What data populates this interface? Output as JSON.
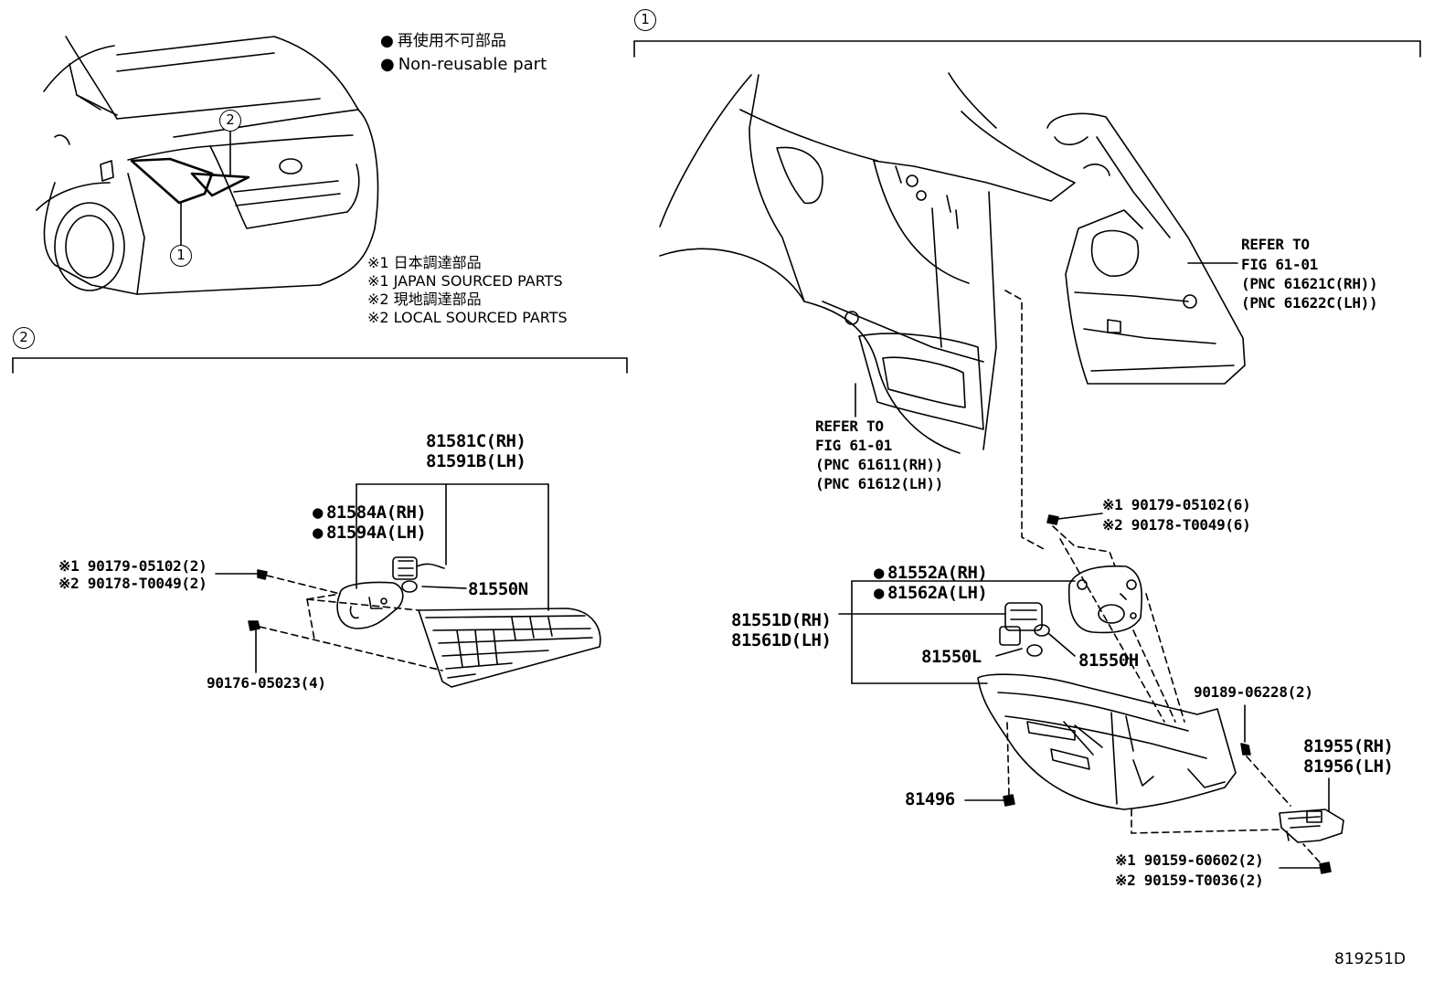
{
  "legend": {
    "nonreusable_jp": "再使用不可部品",
    "nonreusable_en": "Non-reusable part",
    "note1_jp": "※1 日本調達部品",
    "note1_en": "※1 JAPAN SOURCED PARTS",
    "note2_jp": "※2 現地調達部品",
    "note2_en": "※2 LOCAL SOURCED PARTS"
  },
  "section_markers": {
    "one": "1",
    "two": "2"
  },
  "section2": {
    "p_81581C": "81581C(RH)",
    "p_81591B": "81591B(LH)",
    "p_81584A": "81584A(RH)",
    "p_81594A": "81594A(LH)",
    "p_81550N": "81550N",
    "p_s1_90179": "※1 90179-05102(2)",
    "p_s2_90178": "※2 90178-T0049(2)",
    "p_90176": "90176-05023(4)"
  },
  "section1": {
    "ref_a_1": "REFER TO",
    "ref_a_2": "FIG 61-01",
    "ref_a_3": "(PNC 61611(RH))",
    "ref_a_4": "(PNC 61612(LH))",
    "ref_b_1": "REFER TO",
    "ref_b_2": "FIG 61-01",
    "ref_b_3": "(PNC 61621C(RH))",
    "ref_b_4": "(PNC 61622C(LH))",
    "p_s1_90179": "※1 90179-05102(6)",
    "p_s2_90178": "※2 90178-T0049(6)",
    "p_81552A": "81552A(RH)",
    "p_81562A": "81562A(LH)",
    "p_81551D": "81551D(RH)",
    "p_81561D": "81561D(LH)",
    "p_81550L": "81550L",
    "p_81550H": "81550H",
    "p_90189": "90189-06228(2)",
    "p_81955": "81955(RH)",
    "p_81956": "81956(LH)",
    "p_81496": "81496",
    "p_s1_90159": "※1 90159-60602(2)",
    "p_s2_90159": "※2 90159-T0036(2)"
  },
  "figure_code": "819251D"
}
